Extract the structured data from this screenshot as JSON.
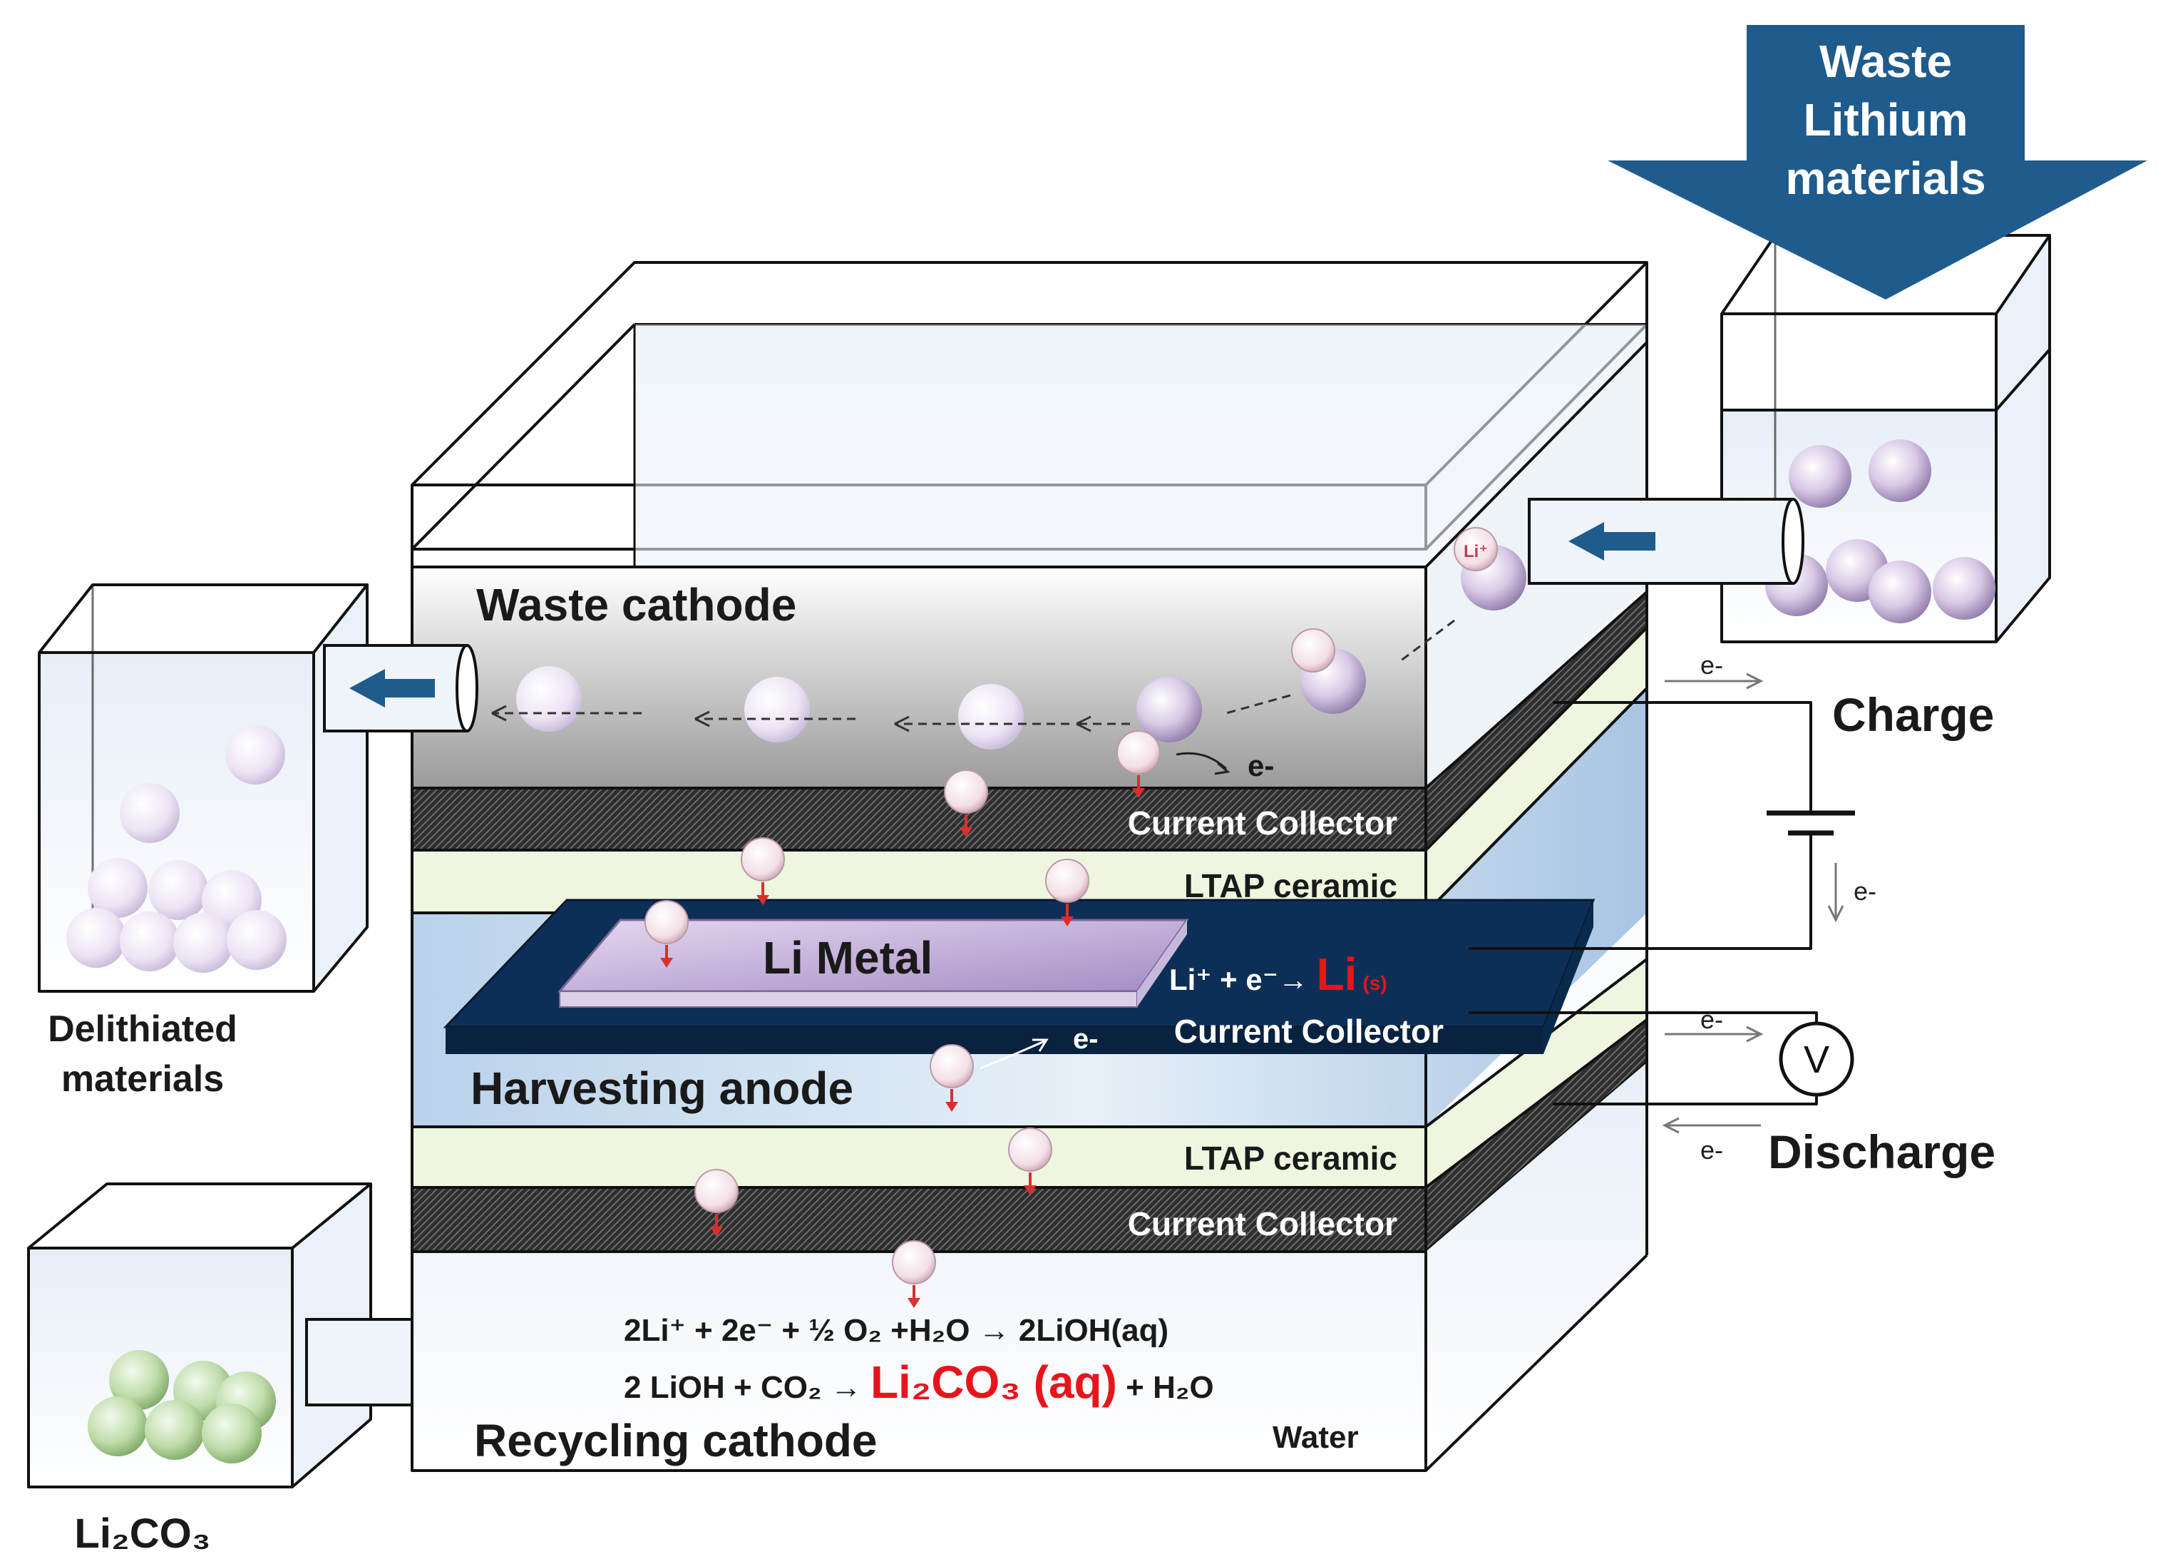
{
  "labels": {
    "waste_cathode": "Waste cathode",
    "current_collector_top": "Current Collector",
    "ltap_top": "LTAP ceramic",
    "li_metal": "Li Metal",
    "li_reaction_prefix": "Li⁺ + e⁻→ ",
    "li_reaction_product": "Li",
    "li_reaction_state": "(s)",
    "current_collector_anode": "Current Collector",
    "harvesting_anode": "Harvesting anode",
    "ltap_bottom": "LTAP ceramic",
    "current_collector_bottom": "Current Collector",
    "recycling_cathode": "Recycling cathode",
    "water": "Water",
    "delithiated_line1": "Delithiated",
    "delithiated_line2": "materials",
    "li2co3_product": "Li₂CO₃",
    "charge": "Charge",
    "discharge": "Discharge",
    "voltmeter": "V",
    "electron": "e-",
    "li_ion": "Li⁺"
  },
  "arrow_banner": {
    "line1": "Waste",
    "line2": "Lithium",
    "line3": "materials"
  },
  "reactions": {
    "eq1": "2Li⁺ + 2e⁻ + ½ O₂ +H₂O → 2LiOH(aq)",
    "eq2_prefix": "2 LiOH + CO₂ → ",
    "eq2_product": "Li₂CO₃ (aq)",
    "eq2_suffix": " + H₂O"
  },
  "colors": {
    "arrow_blue": "#1f5b8c",
    "anode_navy": "#0d2f57",
    "collector_dark": "#2f2f2f",
    "ltap_green": "#eef6e0",
    "li_metal_purple": "#b79fd0",
    "highlight_red": "#e8141c",
    "tank_blue": "#e9f1f8"
  }
}
